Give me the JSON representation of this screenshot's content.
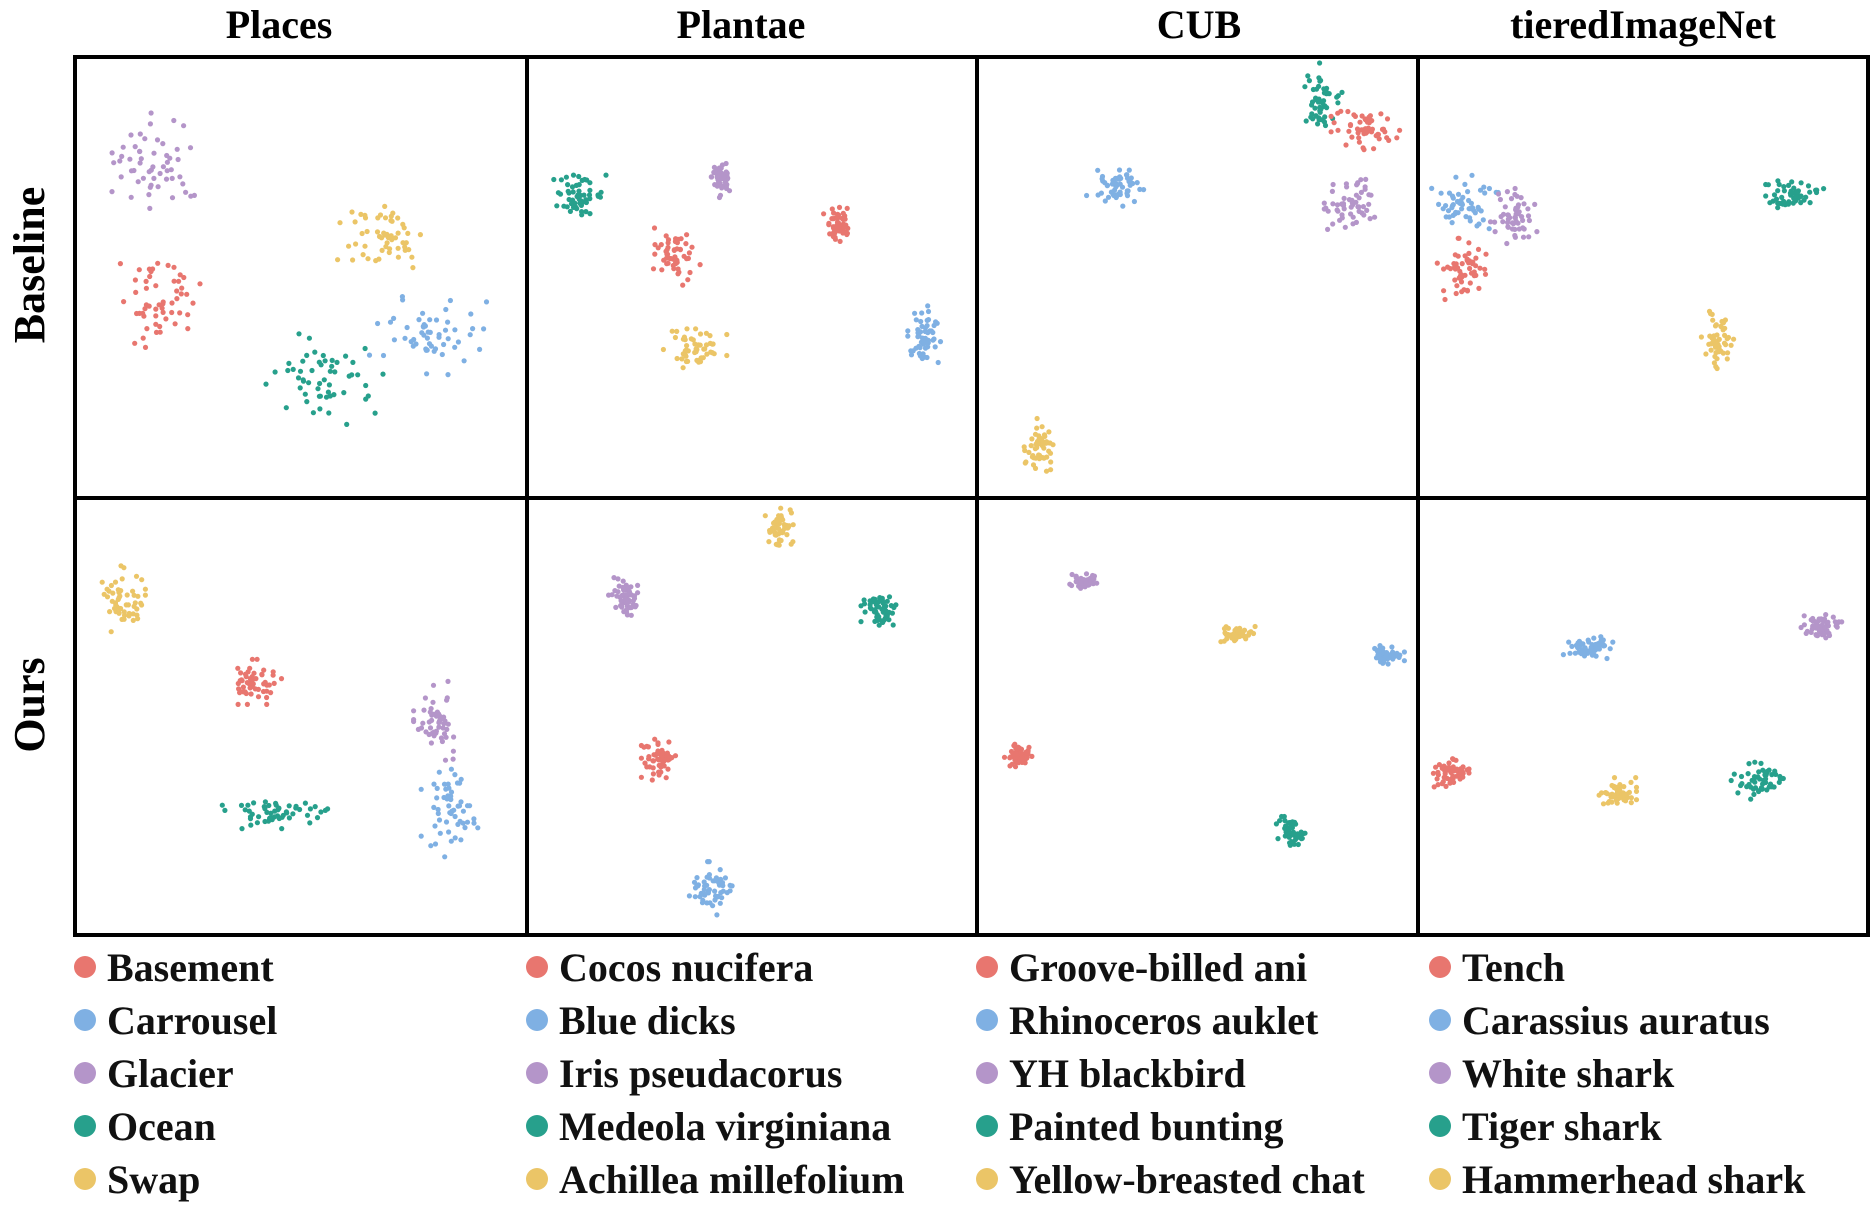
{
  "chart_data": {
    "type": "scatter",
    "columns": [
      "Places",
      "Plantae",
      "CUB",
      "tieredImageNet"
    ],
    "rows": [
      "Baseline",
      "Ours"
    ],
    "colors": [
      "#e8766f",
      "#7fb0e3",
      "#b495c9",
      "#27a08c",
      "#ebc567"
    ],
    "legends": [
      [
        "Basement",
        "Carrousel",
        "Glacier",
        "Ocean",
        "Swap"
      ],
      [
        "Cocos nucifera",
        "Blue dicks",
        "Iris pseudacorus",
        "Medeola virginiana",
        "Achillea millefolium"
      ],
      [
        "Groove-billed ani",
        "Rhinoceros auklet",
        "YH blackbird",
        "Painted bunting",
        "Yellow-breasted chat"
      ],
      [
        "Tench",
        "Carassius auratus",
        "White shark",
        "Tiger shark",
        "Hammerhead shark"
      ]
    ],
    "panels": [
      {
        "col": 0,
        "row": 0,
        "clusters": [
          {
            "cls": 2,
            "cx": 0.18,
            "cy": 0.24,
            "rx": 0.09,
            "ry": 0.09
          },
          {
            "cls": 0,
            "cx": 0.18,
            "cy": 0.54,
            "rx": 0.08,
            "ry": 0.09
          },
          {
            "cls": 4,
            "cx": 0.68,
            "cy": 0.41,
            "rx": 0.08,
            "ry": 0.08
          },
          {
            "cls": 1,
            "cx": 0.78,
            "cy": 0.63,
            "rx": 0.1,
            "ry": 0.07
          },
          {
            "cls": 3,
            "cx": 0.55,
            "cy": 0.73,
            "rx": 0.1,
            "ry": 0.08
          }
        ]
      },
      {
        "col": 1,
        "row": 0,
        "clusters": [
          {
            "cls": 3,
            "cx": 0.11,
            "cy": 0.31,
            "rx": 0.05,
            "ry": 0.035
          },
          {
            "cls": 2,
            "cx": 0.43,
            "cy": 0.27,
            "rx": 0.02,
            "ry": 0.035
          },
          {
            "cls": 0,
            "cx": 0.69,
            "cy": 0.37,
            "rx": 0.025,
            "ry": 0.035
          },
          {
            "cls": 0,
            "cx": 0.33,
            "cy": 0.45,
            "rx": 0.04,
            "ry": 0.05
          },
          {
            "cls": 4,
            "cx": 0.37,
            "cy": 0.66,
            "rx": 0.055,
            "ry": 0.035
          },
          {
            "cls": 1,
            "cx": 0.88,
            "cy": 0.63,
            "rx": 0.03,
            "ry": 0.055
          }
        ]
      },
      {
        "col": 2,
        "row": 0,
        "clusters": [
          {
            "cls": 3,
            "cx": 0.78,
            "cy": 0.1,
            "rx": 0.04,
            "ry": 0.07
          },
          {
            "cls": 0,
            "cx": 0.88,
            "cy": 0.16,
            "rx": 0.06,
            "ry": 0.045
          },
          {
            "cls": 1,
            "cx": 0.31,
            "cy": 0.29,
            "rx": 0.05,
            "ry": 0.035
          },
          {
            "cls": 2,
            "cx": 0.84,
            "cy": 0.33,
            "rx": 0.05,
            "ry": 0.055
          },
          {
            "cls": 4,
            "cx": 0.14,
            "cy": 0.88,
            "rx": 0.03,
            "ry": 0.05
          }
        ]
      },
      {
        "col": 3,
        "row": 0,
        "clusters": [
          {
            "cls": 1,
            "cx": 0.1,
            "cy": 0.33,
            "rx": 0.06,
            "ry": 0.05
          },
          {
            "cls": 2,
            "cx": 0.21,
            "cy": 0.36,
            "rx": 0.04,
            "ry": 0.05
          },
          {
            "cls": 0,
            "cx": 0.1,
            "cy": 0.48,
            "rx": 0.05,
            "ry": 0.055
          },
          {
            "cls": 3,
            "cx": 0.84,
            "cy": 0.31,
            "rx": 0.05,
            "ry": 0.025
          },
          {
            "cls": 4,
            "cx": 0.67,
            "cy": 0.64,
            "rx": 0.03,
            "ry": 0.05
          }
        ]
      },
      {
        "col": 0,
        "row": 1,
        "clusters": [
          {
            "cls": 4,
            "cx": 0.1,
            "cy": 0.23,
            "rx": 0.04,
            "ry": 0.06
          },
          {
            "cls": 0,
            "cx": 0.39,
            "cy": 0.42,
            "rx": 0.05,
            "ry": 0.04
          },
          {
            "cls": 2,
            "cx": 0.8,
            "cy": 0.51,
            "rx": 0.04,
            "ry": 0.07
          },
          {
            "cls": 3,
            "cx": 0.44,
            "cy": 0.72,
            "rx": 0.09,
            "ry": 0.03
          },
          {
            "cls": 1,
            "cx": 0.83,
            "cy": 0.72,
            "rx": 0.05,
            "ry": 0.08
          }
        ]
      },
      {
        "col": 1,
        "row": 1,
        "clusters": [
          {
            "cls": 4,
            "cx": 0.56,
            "cy": 0.07,
            "rx": 0.025,
            "ry": 0.04
          },
          {
            "cls": 2,
            "cx": 0.21,
            "cy": 0.22,
            "rx": 0.025,
            "ry": 0.04
          },
          {
            "cls": 3,
            "cx": 0.78,
            "cy": 0.25,
            "rx": 0.03,
            "ry": 0.035
          },
          {
            "cls": 0,
            "cx": 0.29,
            "cy": 0.6,
            "rx": 0.03,
            "ry": 0.04
          },
          {
            "cls": 1,
            "cx": 0.41,
            "cy": 0.9,
            "rx": 0.04,
            "ry": 0.05
          }
        ]
      },
      {
        "col": 2,
        "row": 1,
        "clusters": [
          {
            "cls": 2,
            "cx": 0.24,
            "cy": 0.19,
            "rx": 0.03,
            "ry": 0.015
          },
          {
            "cls": 4,
            "cx": 0.59,
            "cy": 0.31,
            "rx": 0.03,
            "ry": 0.015
          },
          {
            "cls": 1,
            "cx": 0.93,
            "cy": 0.36,
            "rx": 0.03,
            "ry": 0.02
          },
          {
            "cls": 0,
            "cx": 0.09,
            "cy": 0.59,
            "rx": 0.025,
            "ry": 0.02
          },
          {
            "cls": 3,
            "cx": 0.71,
            "cy": 0.77,
            "rx": 0.025,
            "ry": 0.03
          }
        ]
      },
      {
        "col": 3,
        "row": 1,
        "clusters": [
          {
            "cls": 1,
            "cx": 0.38,
            "cy": 0.34,
            "rx": 0.045,
            "ry": 0.02
          },
          {
            "cls": 2,
            "cx": 0.9,
            "cy": 0.29,
            "rx": 0.035,
            "ry": 0.025
          },
          {
            "cls": 0,
            "cx": 0.07,
            "cy": 0.63,
            "rx": 0.035,
            "ry": 0.025
          },
          {
            "cls": 4,
            "cx": 0.44,
            "cy": 0.68,
            "rx": 0.035,
            "ry": 0.03
          },
          {
            "cls": 3,
            "cx": 0.76,
            "cy": 0.65,
            "rx": 0.05,
            "ry": 0.035
          }
        ]
      }
    ]
  }
}
